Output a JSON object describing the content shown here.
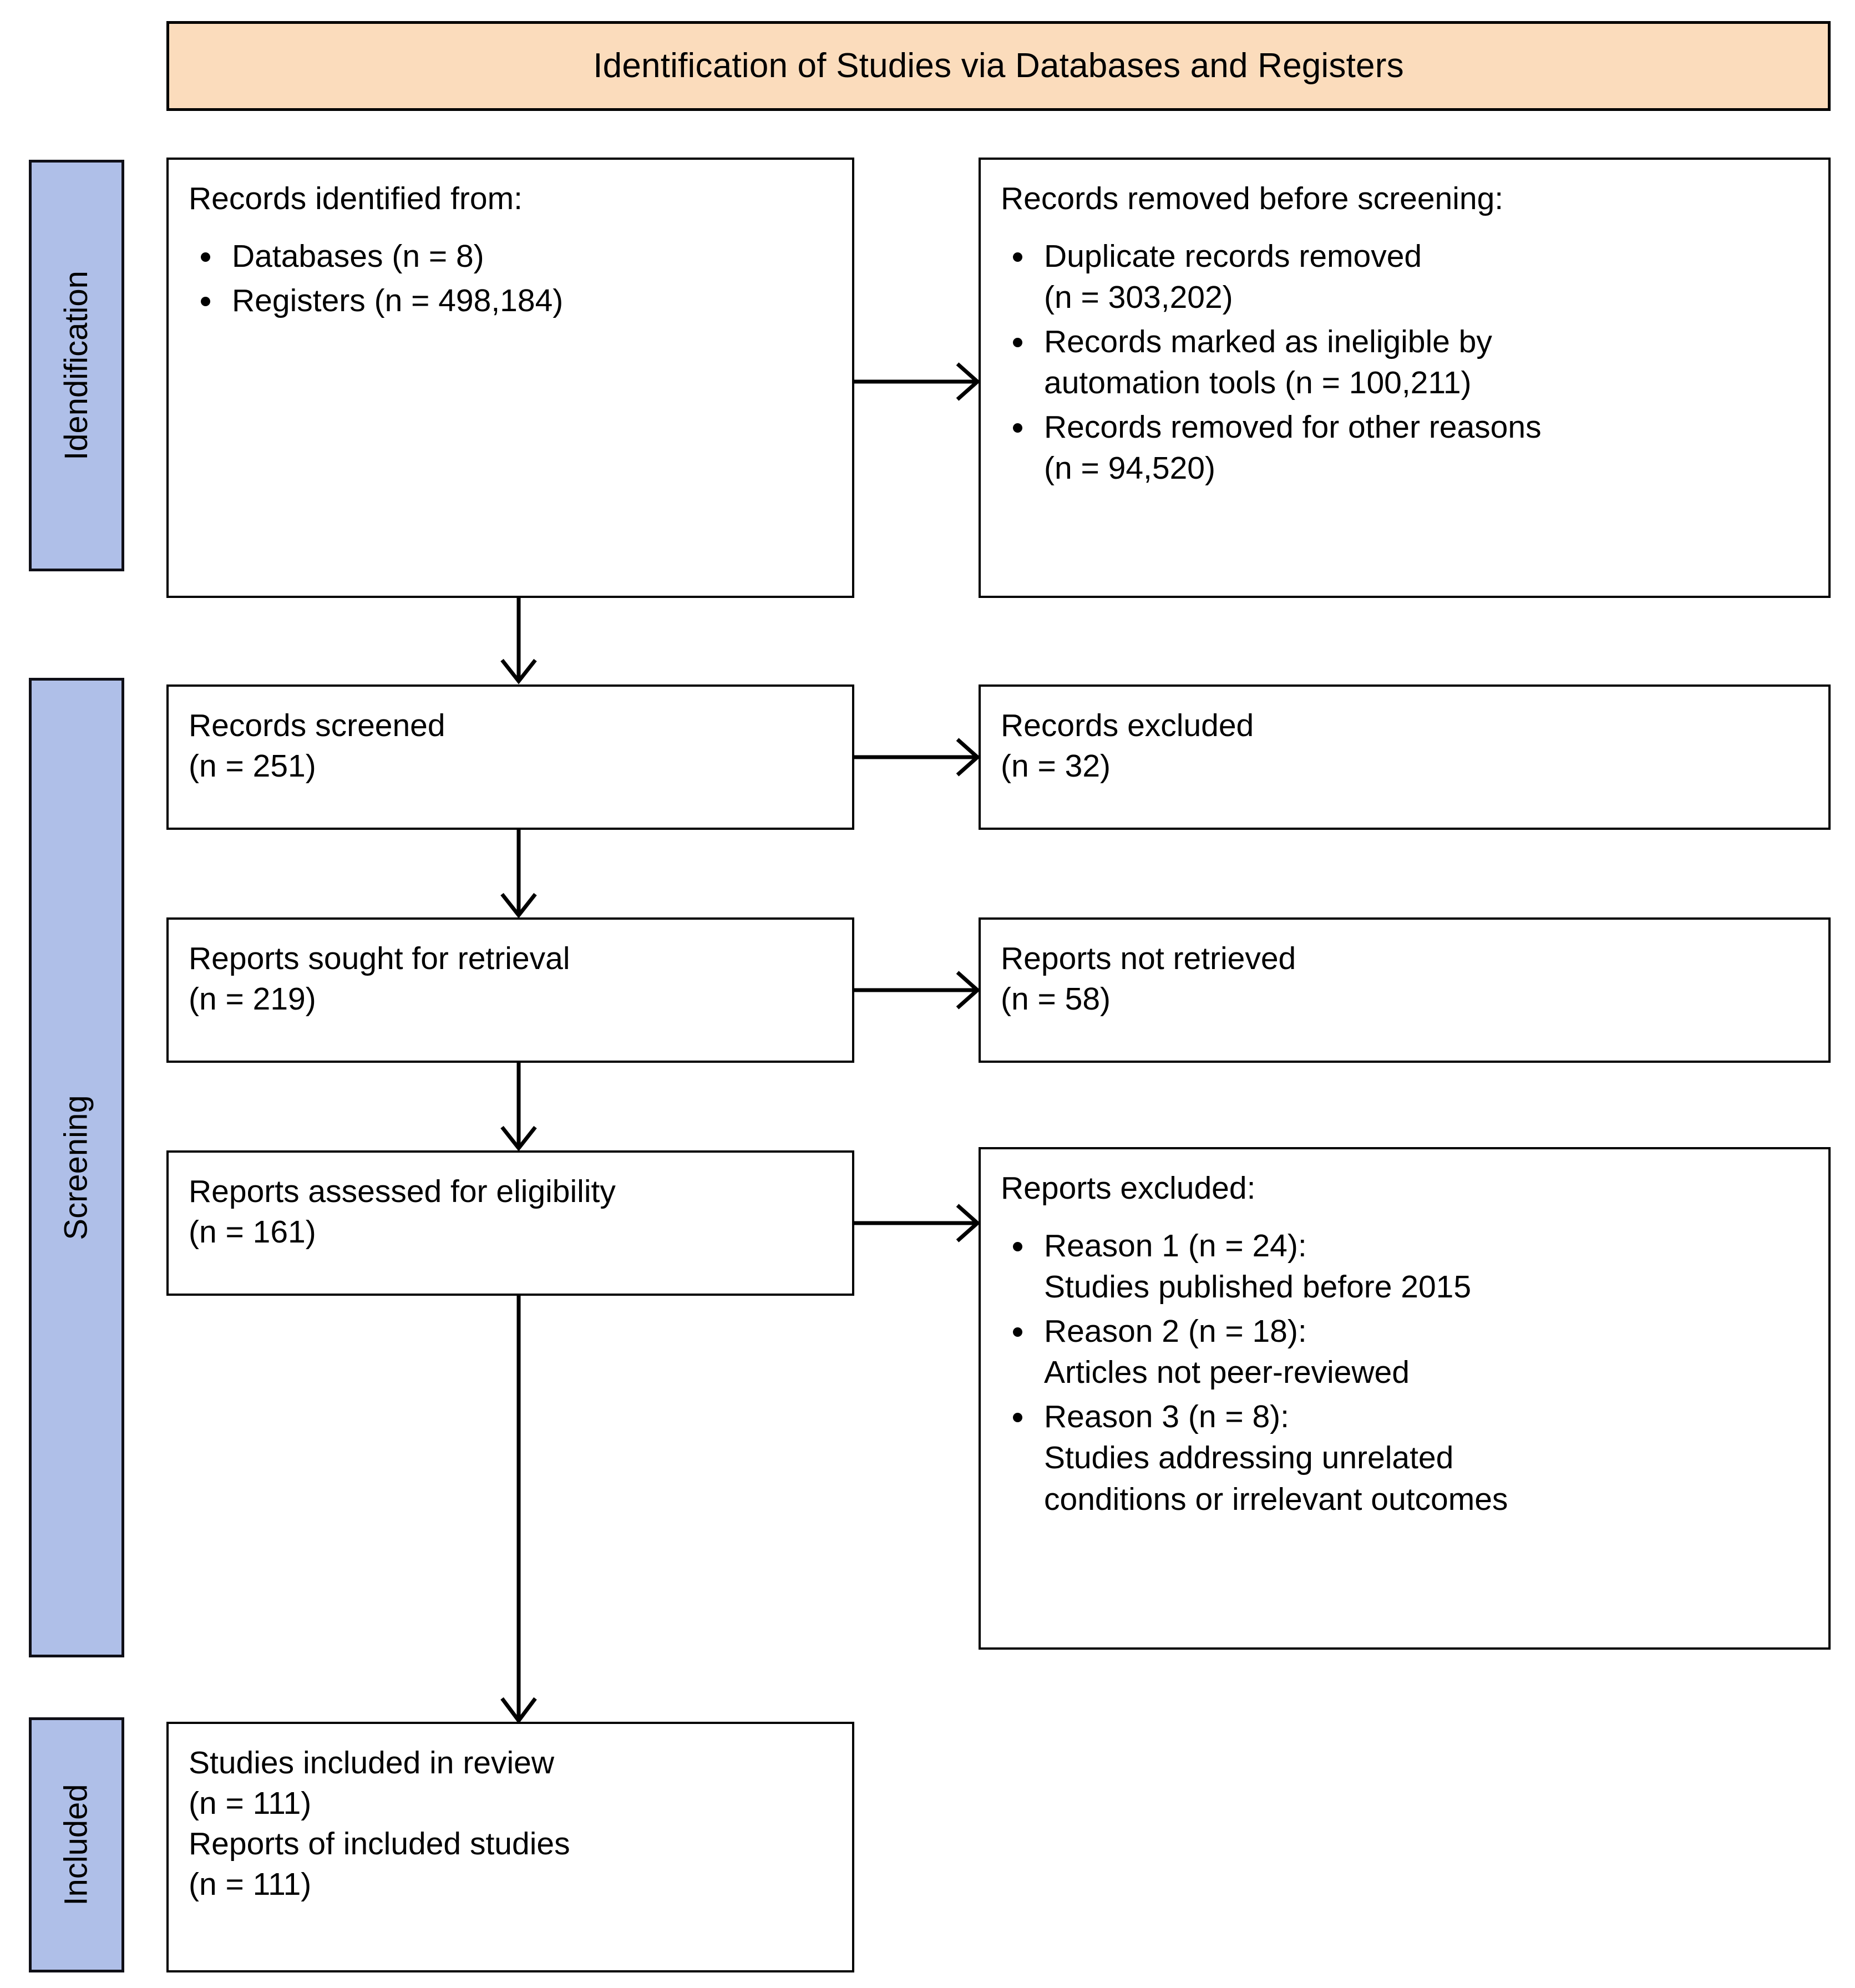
{
  "banner": {
    "title": "Identification of Studies via Databases and Registers",
    "background_color": "#FBDCBC",
    "border_color": "#000000"
  },
  "stages": [
    {
      "id": "identification",
      "label": "Idendification",
      "background_color": "#AFBFE8"
    },
    {
      "id": "screening",
      "label": "Screening",
      "background_color": "#AFBFE8"
    },
    {
      "id": "included",
      "label": "Included",
      "background_color": "#AFBFE8"
    }
  ],
  "boxes": {
    "records_identified": {
      "heading": "Records identified from:",
      "items": [
        "Databases (n = 8)",
        "Registers (n = 498,184)"
      ]
    },
    "records_removed": {
      "heading": "Records removed before screening:",
      "items": [
        "Duplicate records removed\n(n = 303,202)",
        "Records marked as ineligible by\nautomation tools (n = 100,211)",
        "Records removed for other reasons\n(n = 94,520)"
      ]
    },
    "records_screened": {
      "heading": "Records screened\n(n = 251)"
    },
    "records_excluded": {
      "heading": "Records excluded\n(n = 32)"
    },
    "reports_sought": {
      "heading": "Reports sought for retrieval\n(n = 219)"
    },
    "reports_not_retrieved": {
      "heading": "Reports not retrieved\n(n = 58)"
    },
    "reports_assessed": {
      "heading": "Reports assessed for eligibility\n(n = 161)"
    },
    "reports_excluded": {
      "heading": "Reports excluded:",
      "items": [
        "Reason 1 (n = 24):\nStudies published before 2015",
        "Reason 2 (n = 18):\nArticles not peer-reviewed",
        "Reason 3 (n = 8):\nStudies addressing unrelated\nconditions or irrelevant outcomes"
      ]
    },
    "studies_included": {
      "heading": "Studies included in review\n(n = 111)\nReports of included studies\n(n = 111)"
    }
  },
  "connectors": {
    "identified_to_removed": "arrow-right",
    "identified_to_screened": "arrow-down",
    "screened_to_excluded": "arrow-right",
    "screened_to_sought": "arrow-down",
    "sought_to_not_retrieved": "arrow-right",
    "sought_to_assessed": "arrow-down",
    "assessed_to_excluded": "arrow-right",
    "assessed_to_included": "arrow-down"
  }
}
